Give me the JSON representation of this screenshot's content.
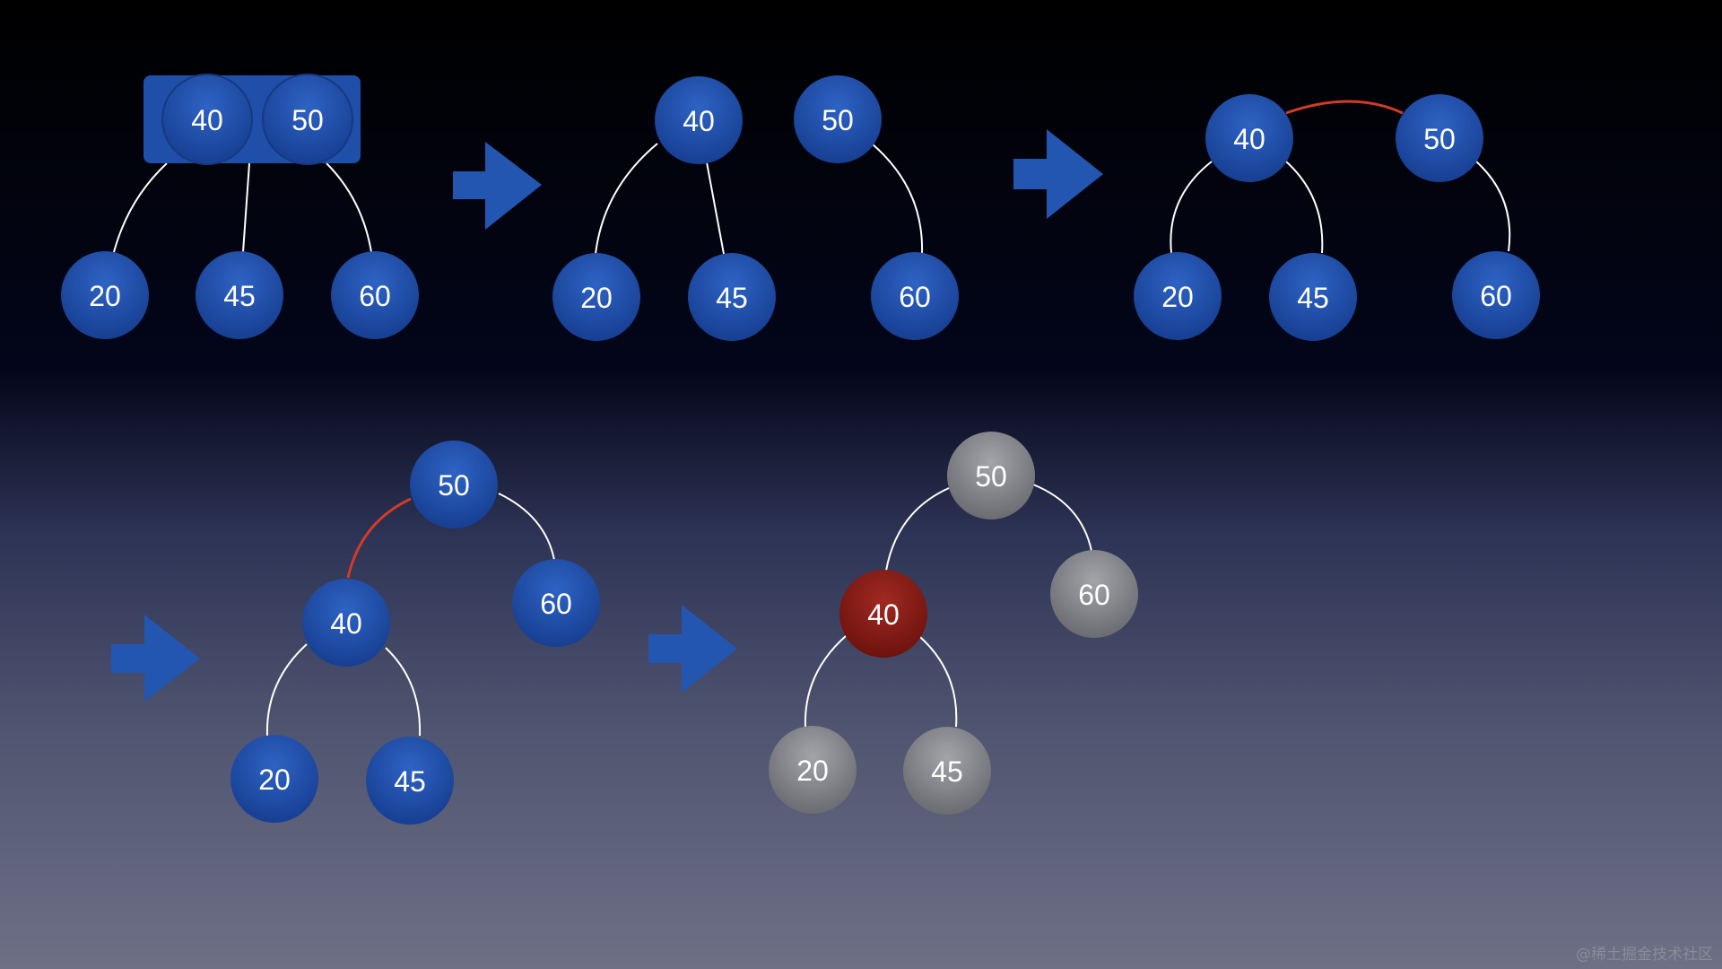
{
  "colors": {
    "node_blue": "#1f4fa8",
    "node_red": "#8a1c16",
    "node_gray": "#8a8c90",
    "edge_white": "#ffffff",
    "edge_red": "#d23a2a",
    "arrow_blue": "#2356b0"
  },
  "stage1": {
    "box_keys": [
      "40",
      "50"
    ],
    "children": [
      "20",
      "45",
      "60"
    ]
  },
  "stage2": {
    "left": "40",
    "right": "50",
    "children": [
      "20",
      "45",
      "60"
    ]
  },
  "stage3": {
    "left": "40",
    "right": "50",
    "children": [
      "20",
      "45",
      "60"
    ]
  },
  "stage4": {
    "root": "50",
    "left": "40",
    "right": "60",
    "leaves": [
      "20",
      "45"
    ]
  },
  "stage5": {
    "root": "50",
    "left": "40",
    "right": "60",
    "leaves": [
      "20",
      "45"
    ]
  },
  "watermark": "@稀土掘金技术社区"
}
